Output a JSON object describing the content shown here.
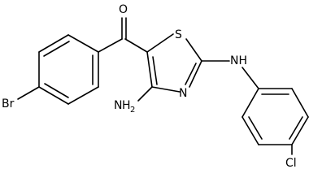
{
  "molecule": {
    "atoms": {
      "oxygen": "O",
      "sulfur": "S",
      "ring_nitrogen": "N",
      "bromine": "Br",
      "chlorine": "Cl",
      "amine_nh": "NH",
      "amino_n": "N",
      "amino_h": "H",
      "amino_sub": "2"
    }
  }
}
